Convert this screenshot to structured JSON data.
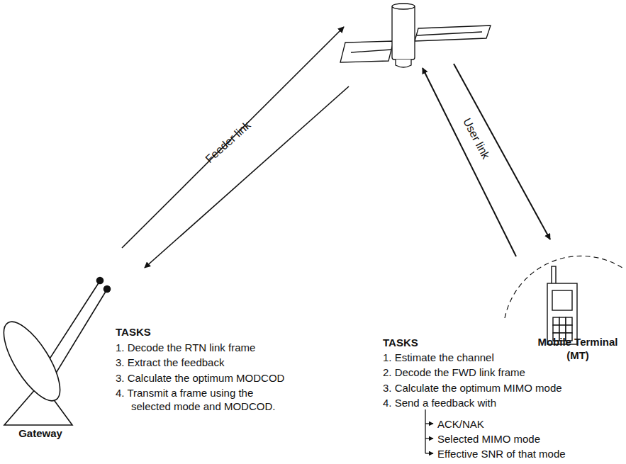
{
  "diagram": {
    "labels": [
      "Feeder link",
      "User link",
      "Gateway",
      "Mobile Terminal (MT)",
      "TASKS",
      "1. Decode the RTN link frame",
      "3. Extract the feedback",
      "3. Calculate the optimum MODCOD",
      "4. Transmit a frame using the selected mode and MODCOD.",
      "TASKS",
      "1. Estimate the channel",
      "2. Decode the FWD link frame",
      "3. Calculate the optimum MIMO mode",
      "4. Send a feedback with",
      "ACK/NAK",
      "Selected MIMO mode",
      "Effective SNR of that mode"
    ]
  }
}
